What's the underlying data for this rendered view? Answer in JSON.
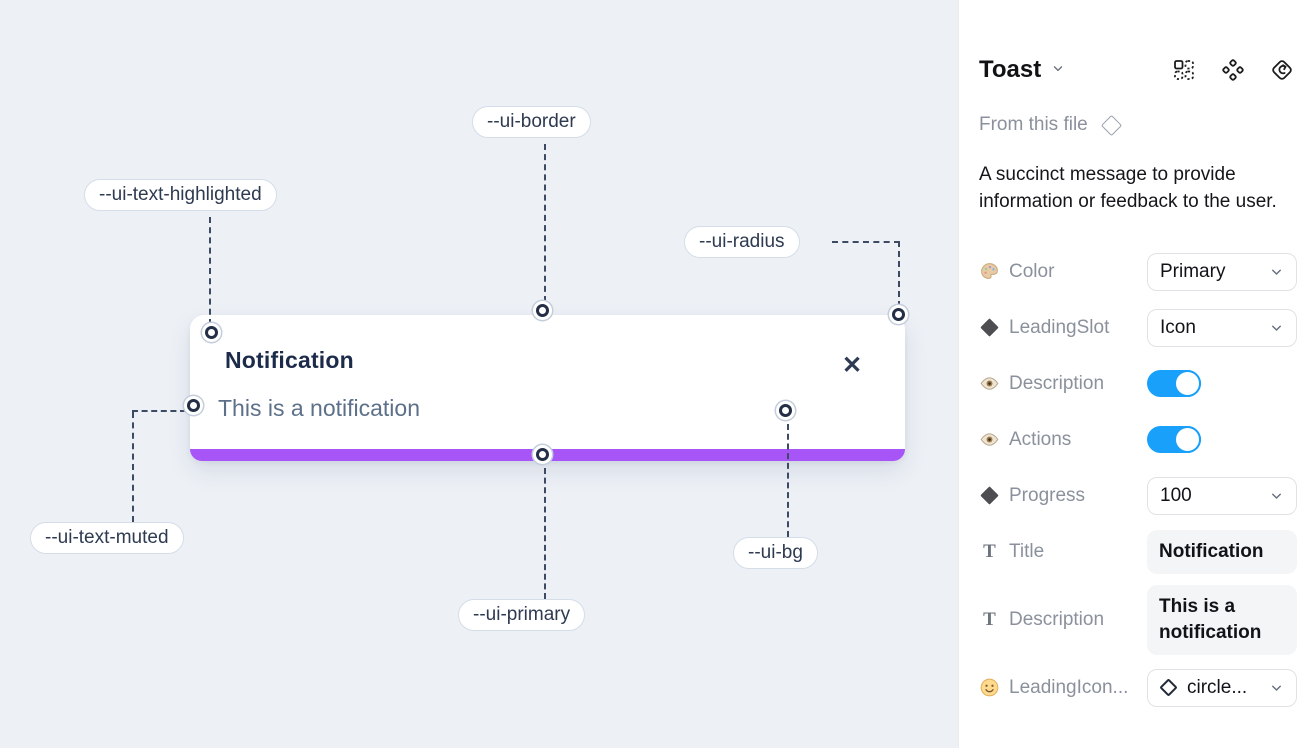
{
  "canvas": {
    "toast": {
      "title": "Notification",
      "description": "This is a notification",
      "close_glyph": "✕"
    },
    "labels": [
      {
        "id": "ui-text-highlighted",
        "text": "--ui-text-highlighted"
      },
      {
        "id": "ui-border",
        "text": "--ui-border"
      },
      {
        "id": "ui-radius",
        "text": "--ui-radius"
      },
      {
        "id": "ui-text-muted",
        "text": "--ui-text-muted"
      },
      {
        "id": "ui-primary",
        "text": "--ui-primary"
      },
      {
        "id": "ui-bg",
        "text": "--ui-bg"
      }
    ],
    "colors": {
      "primary_bar": "#a855f7",
      "canvas_bg": "#edf1f6"
    }
  },
  "panel": {
    "title": "Toast",
    "source_label": "From this file",
    "description": "A succinct message to provide information or feedback to the user.",
    "icons": [
      "variants-icon",
      "component-set-icon",
      "swap-icon"
    ],
    "text_glyph": "T",
    "accent_toggle": "#18a0fb",
    "properties": [
      {
        "label": "Color",
        "icon": "palette-icon",
        "control": "select",
        "value": "Primary"
      },
      {
        "label": "LeadingSlot",
        "icon": "diamond-icon",
        "control": "select",
        "value": "Icon"
      },
      {
        "label": "Description",
        "icon": "eye-icon",
        "control": "toggle",
        "value": "on"
      },
      {
        "label": "Actions",
        "icon": "eye-icon",
        "control": "toggle",
        "value": "on"
      },
      {
        "label": "Progress",
        "icon": "diamond-icon",
        "control": "select",
        "value": "100"
      },
      {
        "label": "Title",
        "icon": "text-icon",
        "control": "text",
        "value": "Notification"
      },
      {
        "label": "Description",
        "icon": "text-icon",
        "control": "text",
        "value": "This is a notification"
      },
      {
        "label": "LeadingIcon...",
        "icon": "smiley-icon",
        "control": "icon-select",
        "value": "circle..."
      }
    ]
  }
}
